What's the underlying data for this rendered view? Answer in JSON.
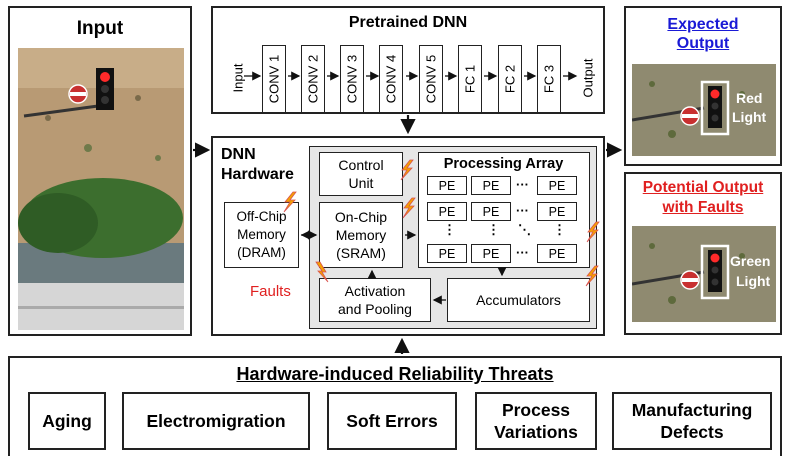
{
  "input": {
    "title": "Input"
  },
  "dnn": {
    "title": "Pretrained DNN",
    "input_label": "Input",
    "output_label": "Output",
    "layers": [
      "CONV 1",
      "CONV 2",
      "CONV 3",
      "CONV 4",
      "CONV 5",
      "FC 1",
      "FC 2",
      "FC 3"
    ]
  },
  "expected": {
    "title_line1": "Expected",
    "title_line2": "Output",
    "caption_line1": "Red",
    "caption_line2": "Light"
  },
  "faulty": {
    "title_line1": "Potential Output",
    "title_line2": "with Faults",
    "caption_line1": "Green",
    "caption_line2": "Light"
  },
  "hardware": {
    "title_line1": "DNN",
    "title_line2": "Hardware",
    "offchip": [
      "Off-Chip",
      "Memory",
      "(DRAM)"
    ],
    "control": [
      "Control",
      "Unit"
    ],
    "onchip": [
      "On-Chip",
      "Memory",
      "(SRAM)"
    ],
    "array_title": "Processing Array",
    "pe": "PE",
    "dots_h": "···",
    "dots_v": "⋮",
    "dots_d": "⋱",
    "activation": [
      "Activation",
      "and Pooling"
    ],
    "accumulators": "Accumulators",
    "faults": "Faults"
  },
  "threats": {
    "title": "Hardware-induced Reliability Threats",
    "items": [
      {
        "lines": [
          "Aging"
        ]
      },
      {
        "lines": [
          "Electromigration"
        ]
      },
      {
        "lines": [
          "Soft Errors"
        ]
      },
      {
        "lines": [
          "Process",
          "Variations"
        ]
      },
      {
        "lines": [
          "Manufacturing",
          "Defects"
        ]
      }
    ]
  },
  "colors": {
    "expected_title": "#1a1ad6",
    "faulty_title": "#e02020",
    "faults": "#e02020",
    "bolt": "#f5a300",
    "grey_panel": "#e6e6e6"
  }
}
